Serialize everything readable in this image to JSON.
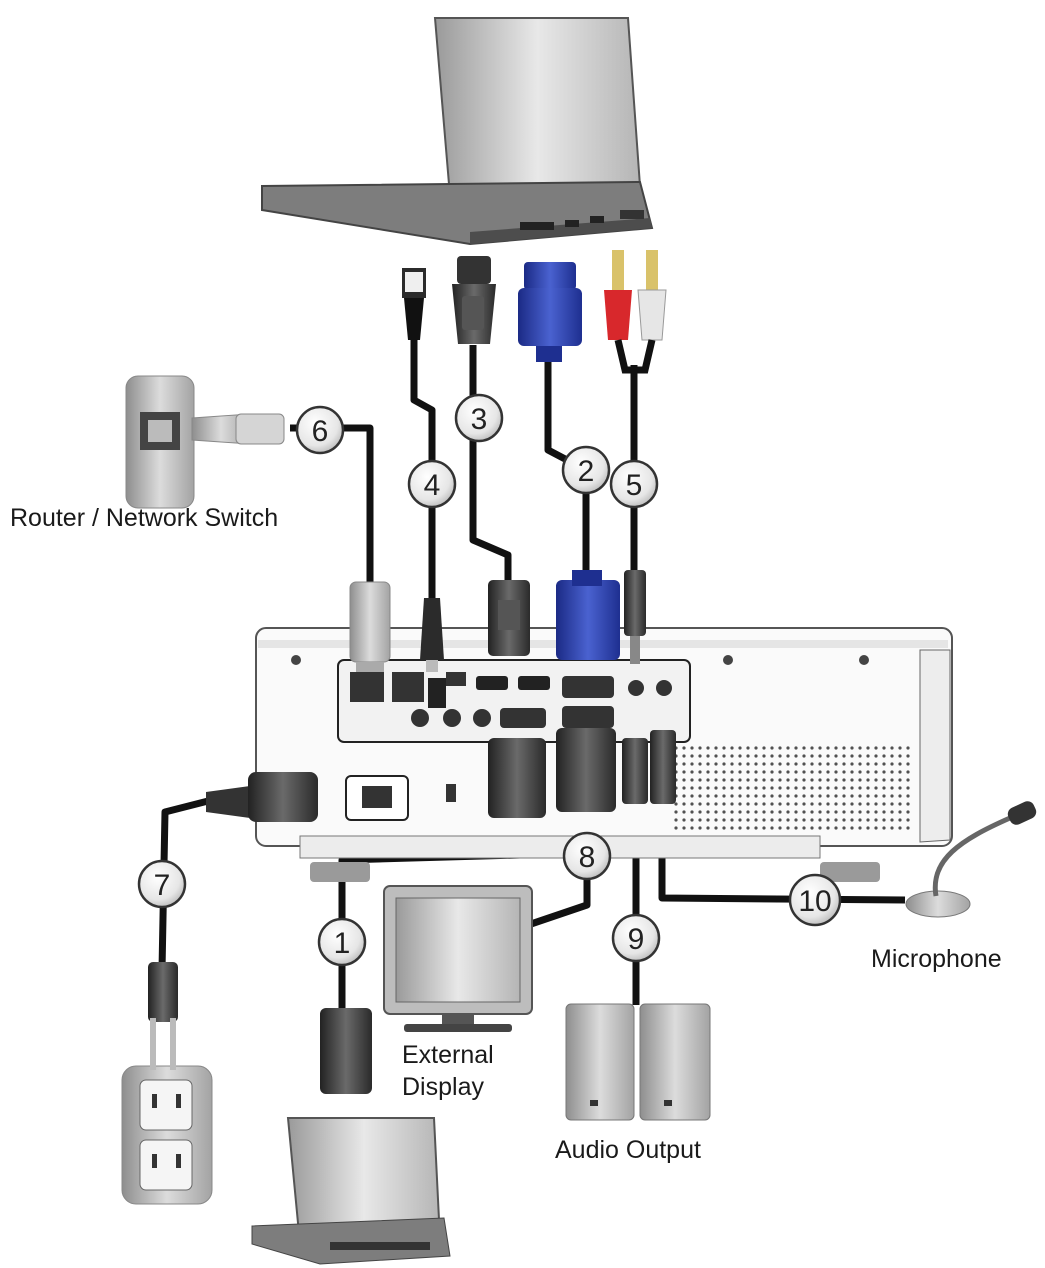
{
  "labels": {
    "router": "Router / Network Switch",
    "microphone": "Microphone",
    "external_display_line1": "External",
    "external_display_line2": "Display",
    "audio_output": "Audio Output"
  },
  "callouts": [
    "1",
    "2",
    "3",
    "4",
    "5",
    "6",
    "7",
    "8",
    "9",
    "10"
  ],
  "colors": {
    "vga_blue": "#2a3fa8",
    "rca_red": "#d8282c",
    "cable": "#111111",
    "device_gray": "#c9c9c9"
  },
  "icons": [
    "laptop-icon",
    "usb-plug-icon",
    "hdmi-plug-icon",
    "vga-plug-icon",
    "rca-plug-icon",
    "ethernet-jack-icon",
    "power-outlet-icon",
    "monitor-icon",
    "speaker-icon",
    "microphone-icon",
    "projector-icon"
  ]
}
